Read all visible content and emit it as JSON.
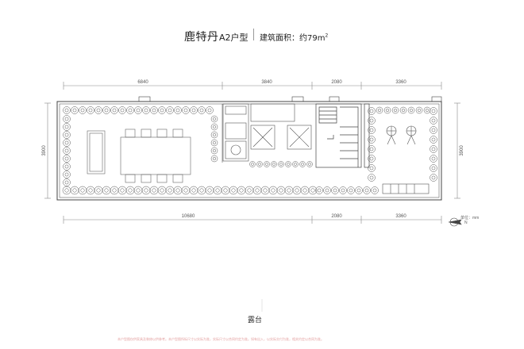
{
  "title": {
    "project": "鹿特丹",
    "unit_type": "A2户型",
    "area_label": "建筑面积：约79m",
    "area_sup": "2"
  },
  "dimensions": {
    "top": [
      "6840",
      "3840",
      "2080",
      "3360"
    ],
    "bottom": [
      "10680",
      "2080",
      "3360"
    ],
    "left": "3900",
    "right": "3900"
  },
  "unit_note": "单位：mm",
  "compass_label": "N",
  "terrace_label": "露台",
  "disclaimer": "本户型图仅供家具及装修以供参考。本户型图所标尺寸以实际为准，实际尺寸以合同约定为准。如有出入，以实际交付为准，相关约定以合同为准。"
}
